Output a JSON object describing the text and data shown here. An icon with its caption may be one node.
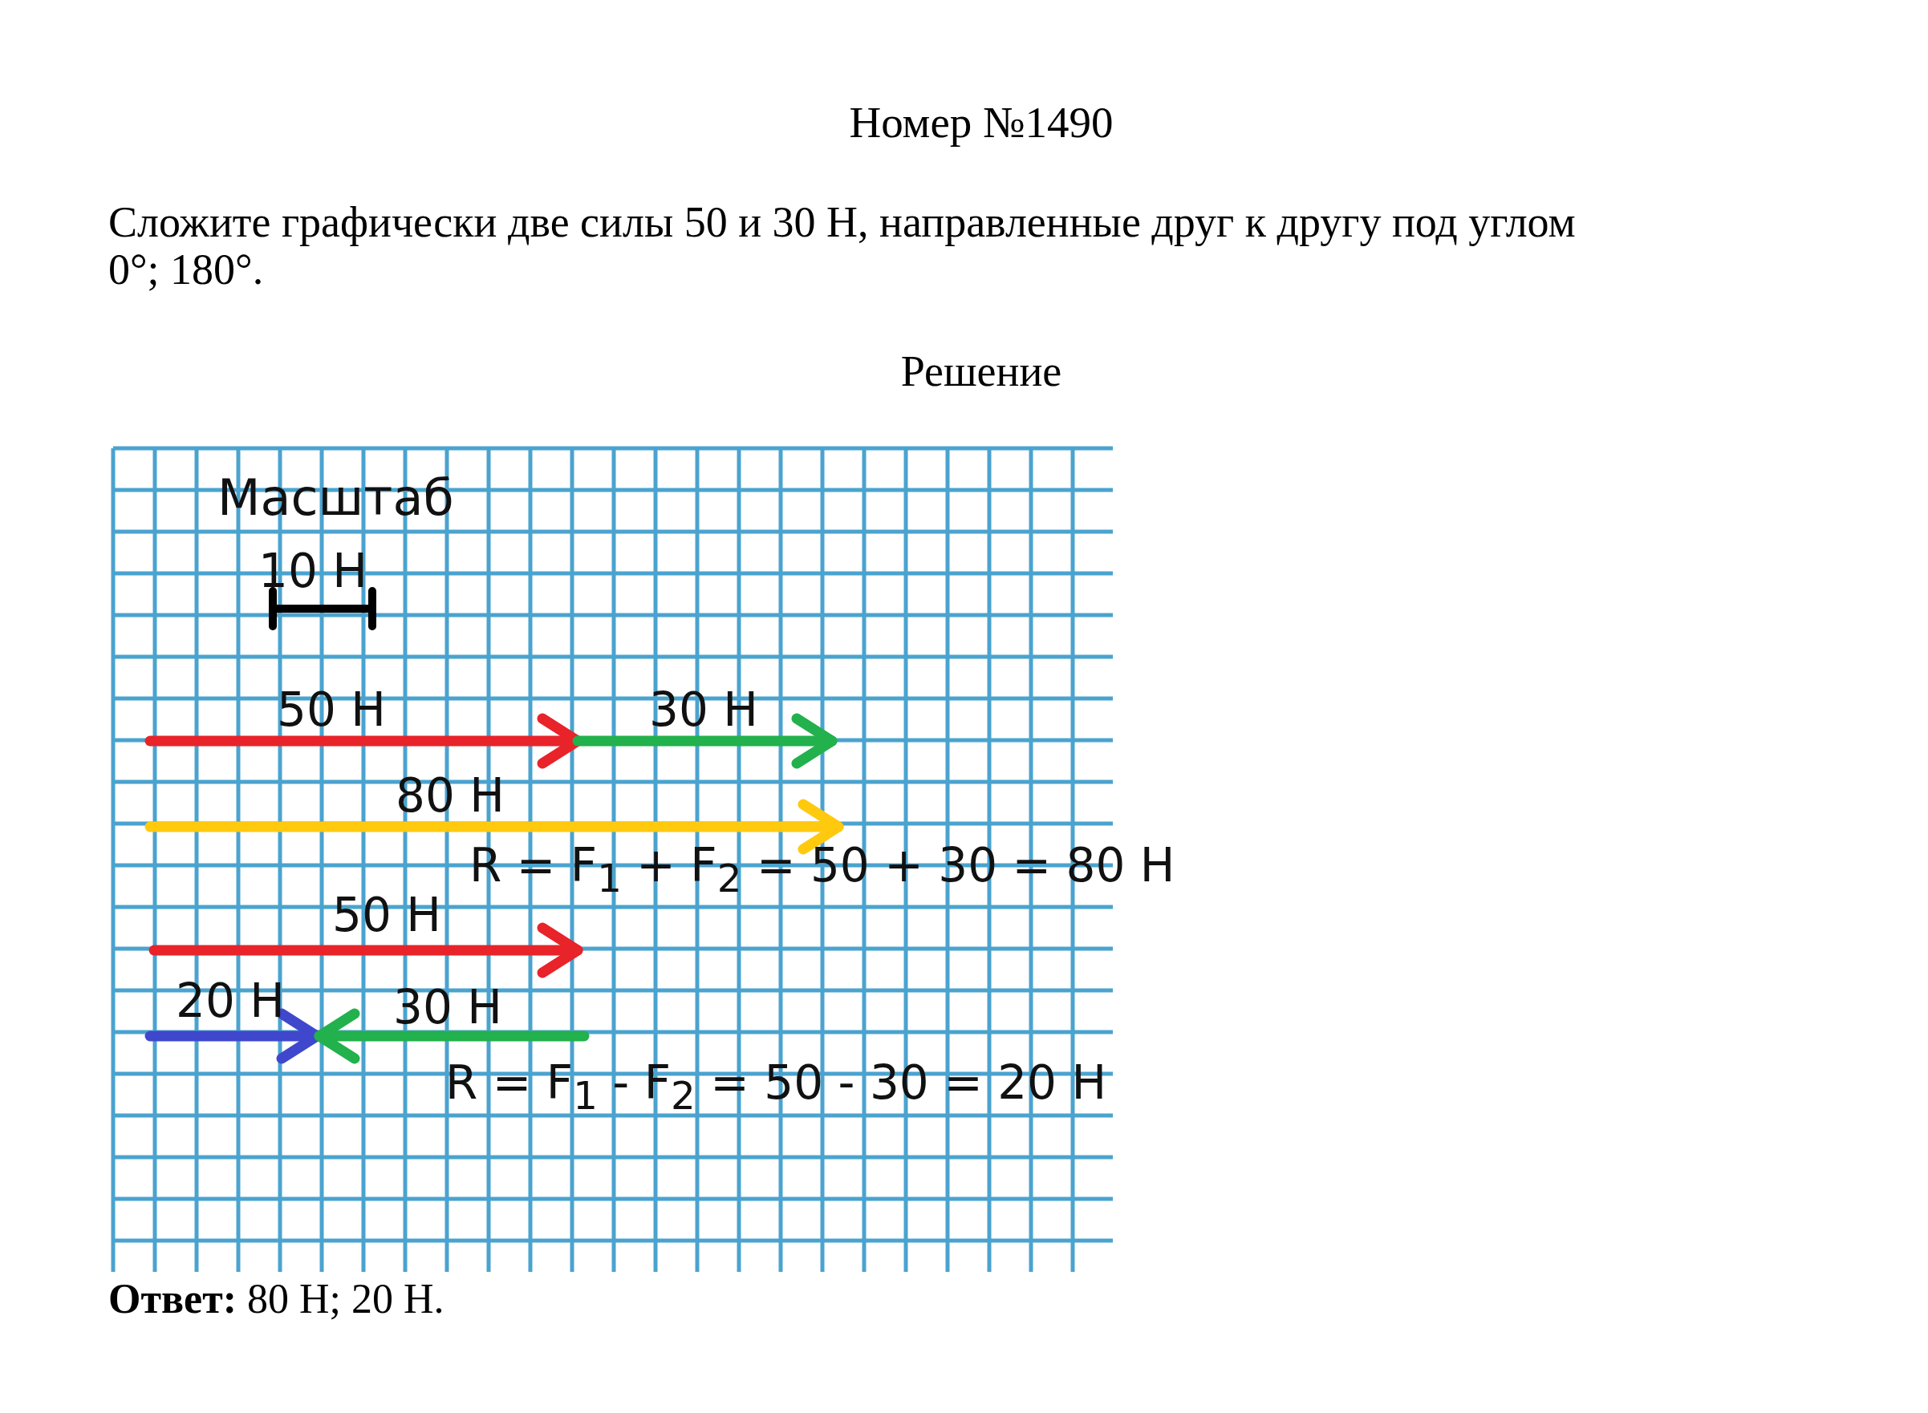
{
  "diagram": {
    "title": "Номер №1490",
    "labels": [
      "Сложите графически две силы 50 и 30 Н, направленные друг к другу под углом 0°; 180°.",
      "Решение",
      "Масштаб",
      "10 Н",
      "50 Н",
      "30 Н",
      "80 Н",
      "R = F$_{1}$ + F$_{2}$ = 50 + 30 = 80 Н",
      "50 Н",
      "20 Н",
      "30 Н",
      "R = F$_{1}$ - F$_{2}$ = 50 - 30 = 20 Н",
      "**Ответ:** 80 Н; 20 Н."
    ]
  }
}
